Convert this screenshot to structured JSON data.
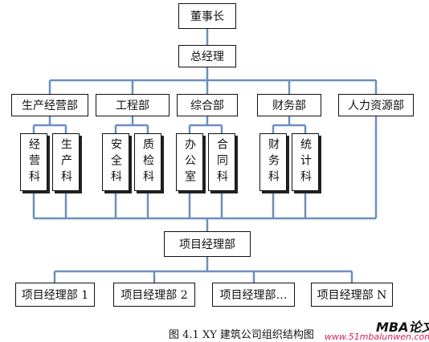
{
  "diagram": {
    "root": "董事长",
    "gm": "总经理",
    "departments": [
      "生产经营部",
      "工程部",
      "综合部",
      "财务部",
      "人力资源部"
    ],
    "sections": [
      "经营科",
      "生产科",
      "安全科",
      "质检科",
      "办公室",
      "合同科",
      "财务科",
      "统计科"
    ],
    "project_dept": "项目经理部",
    "projects": [
      "项目经理部 1",
      "项目经理部 2",
      "项目经理部…",
      "项目经理部 N"
    ]
  },
  "caption": "图 4.1 XY 建筑公司组织结构图",
  "watermark": {
    "brand": "MBA论文网",
    "url": "www.51mbalunwen.com"
  },
  "colors": {
    "connector": "#6b8fbf",
    "border": "#111111"
  }
}
